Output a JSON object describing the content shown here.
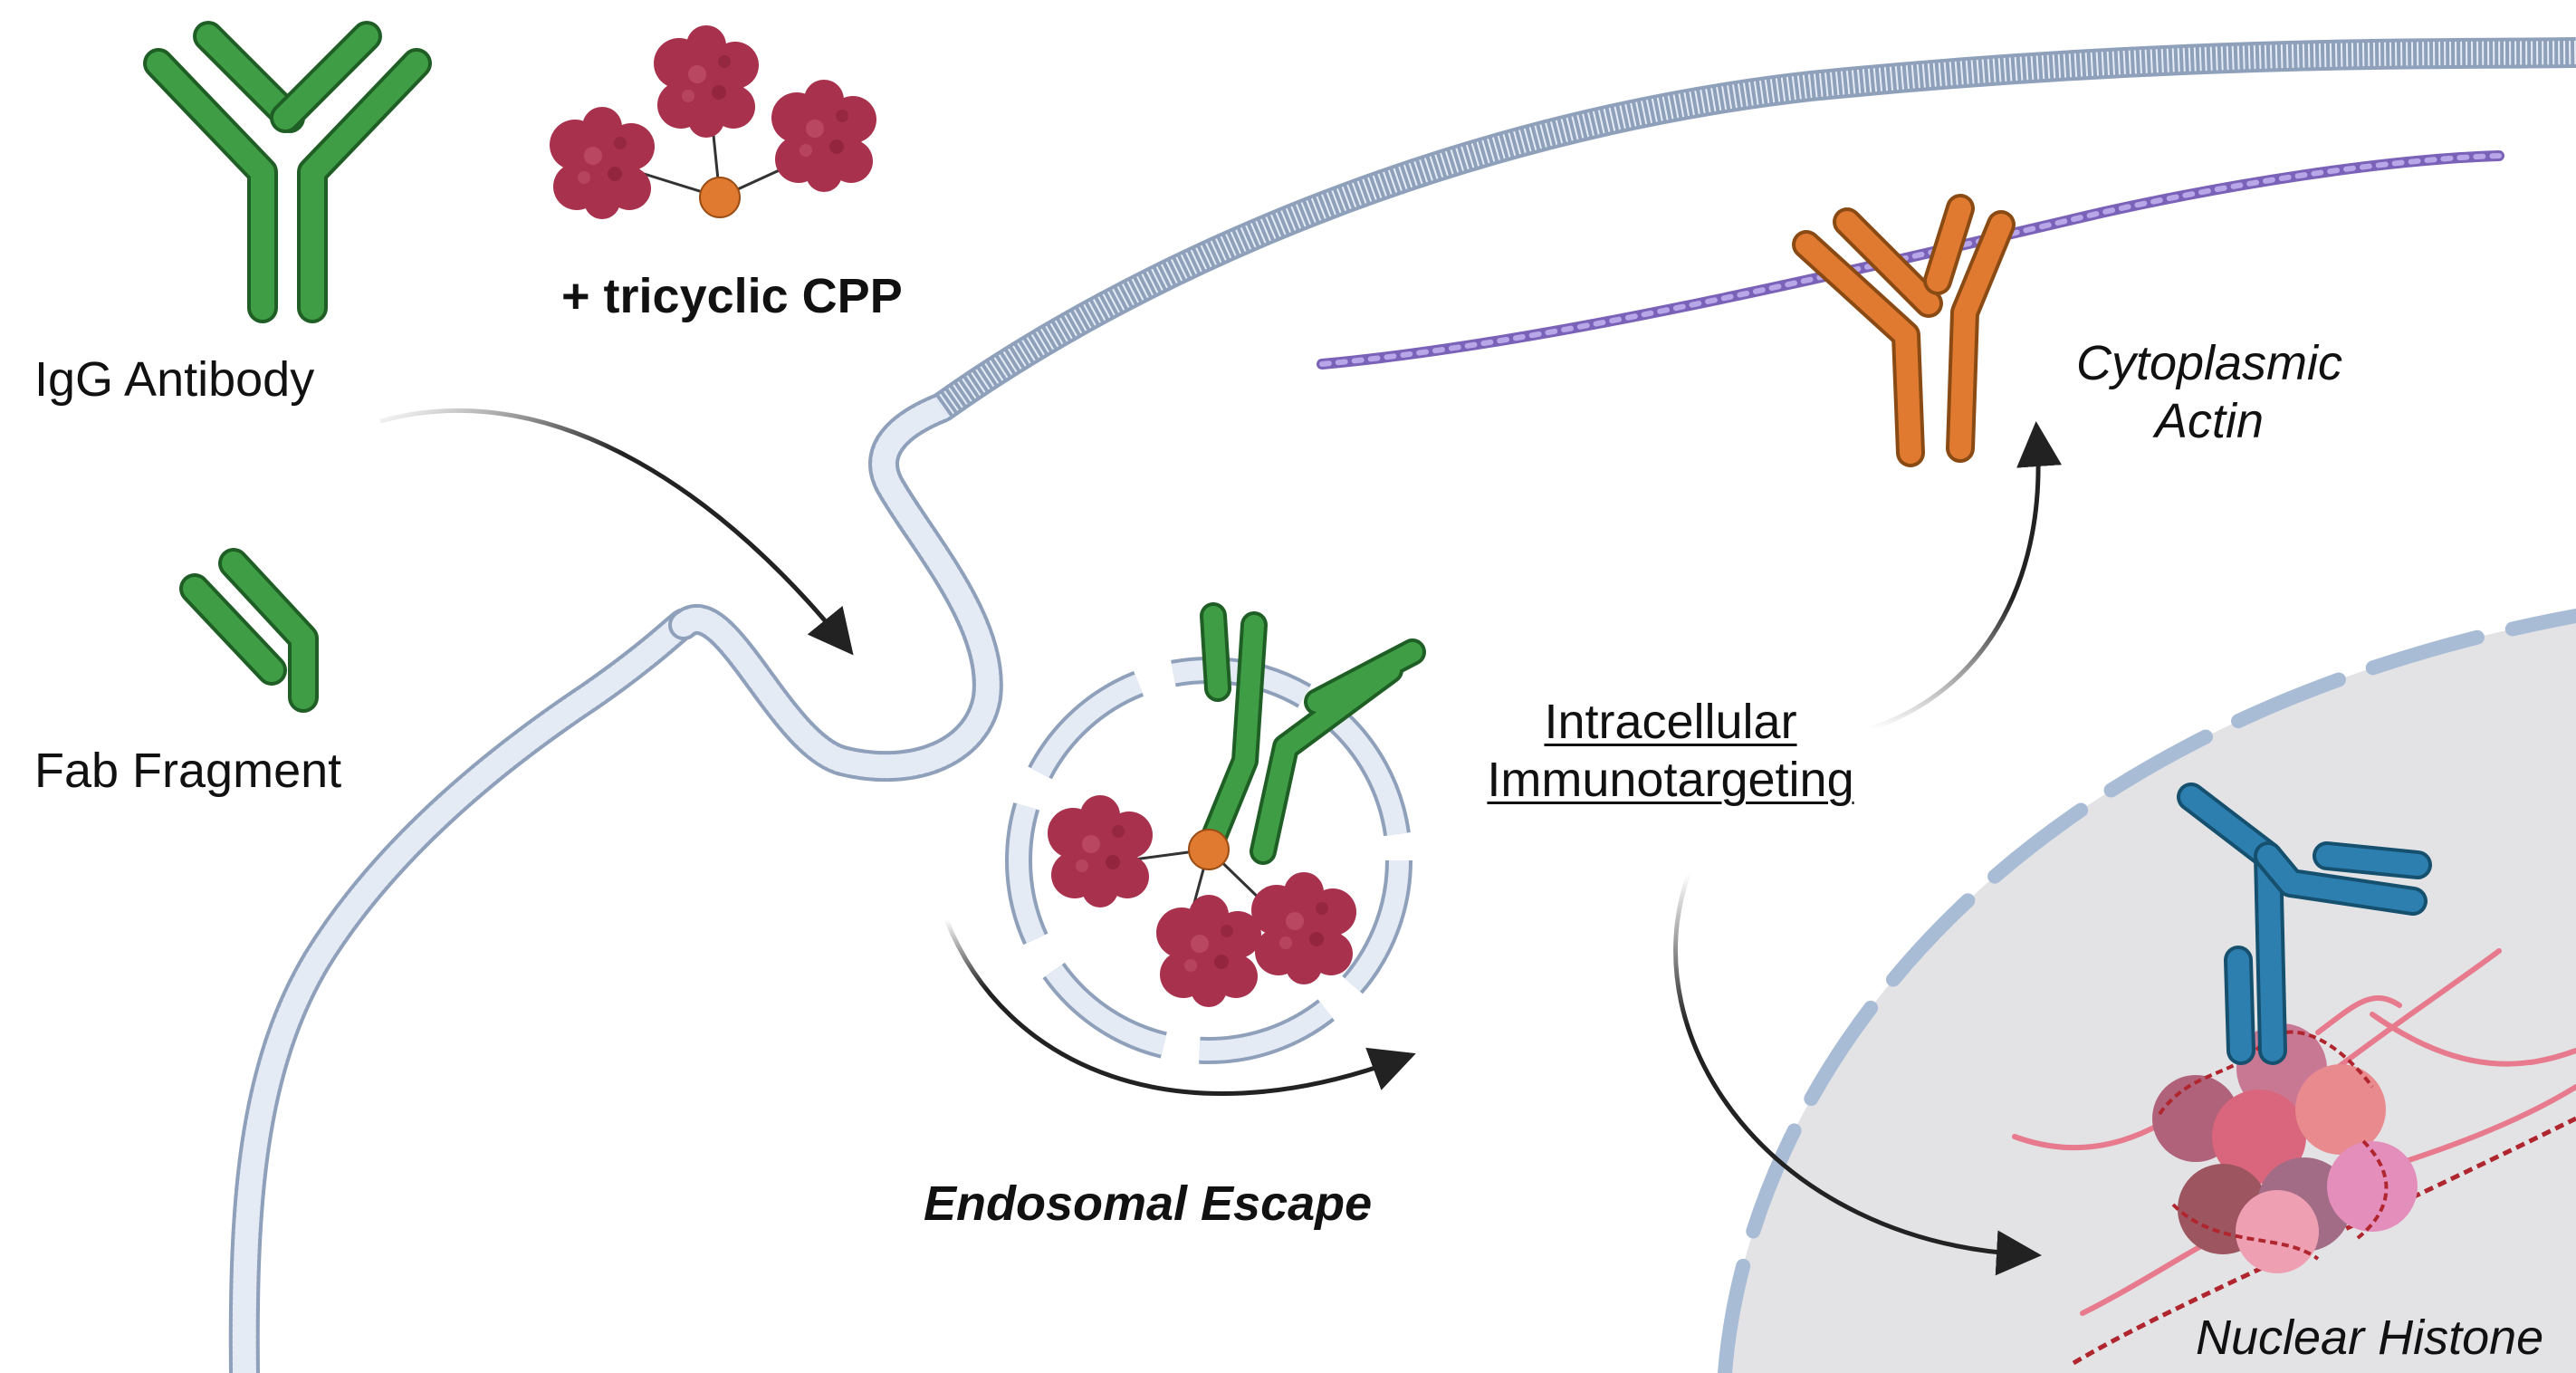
{
  "labels": {
    "igg_antibody": "IgG Antibody",
    "tricyclic_cpp": "+ tricyclic CPP",
    "fab_fragment": "Fab Fragment",
    "endosomal_escape": "Endosomal Escape",
    "intracellular_line1": "Intracellular",
    "intracellular_line2": "Immunotargeting",
    "cytoplasmic_line1": "Cytoplasmic",
    "cytoplasmic_line2": "Actin",
    "nuclear_histone": "Nuclear Histone"
  },
  "colors": {
    "antibody_green": "#3f9e45",
    "antibody_outline": "#1f5e25",
    "antibody_orange": "#e07a30",
    "antibody_blue": "#2d7fb0",
    "cpp_protein": "#a8324e",
    "cpp_linker": "#e07a30",
    "membrane": "#c9d4e4",
    "membrane_edge": "#8fa0bb",
    "actin_filament": "#9b84d6",
    "nucleus_fill": "#e3e3e6",
    "nuclear_envelope": "#a9bcd6",
    "histone_pink": "#e77a8c",
    "dna_red": "#b0262f",
    "arrow": "#222222"
  },
  "icons": [
    "igg-antibody-icon",
    "fab-fragment-icon",
    "tricyclic-cpp-icon",
    "endosome-icon",
    "actin-filament-icon",
    "nucleosome-icon"
  ]
}
